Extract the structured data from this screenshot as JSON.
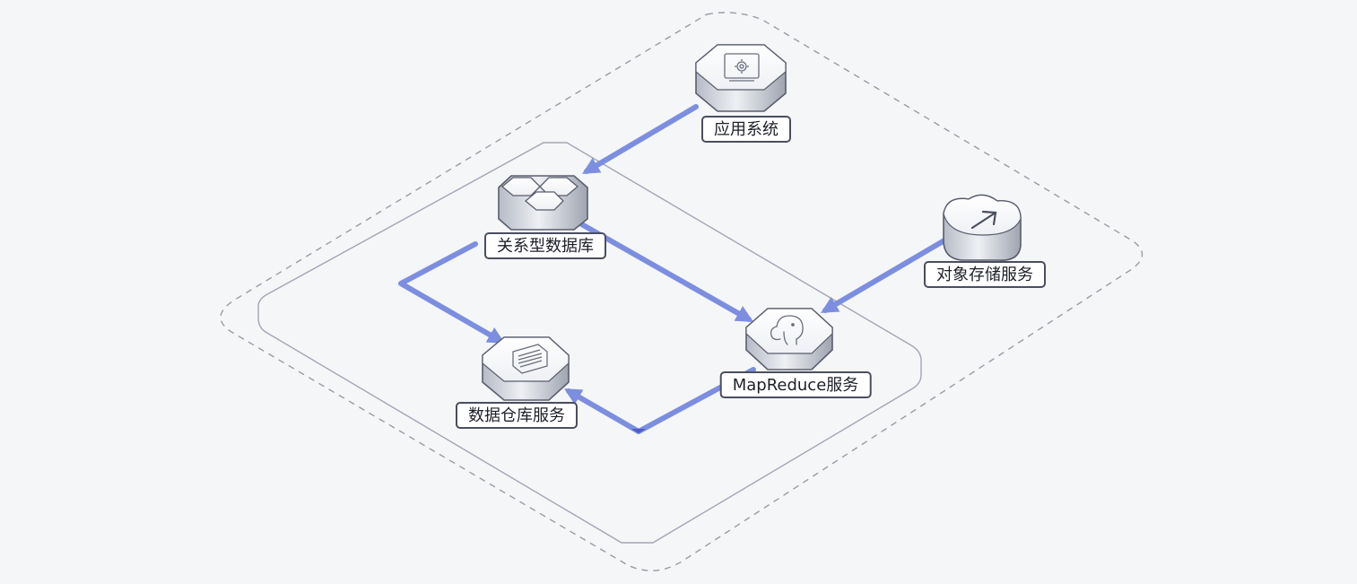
{
  "diagram": {
    "nodes": {
      "app_system": {
        "label": "应用系统",
        "icon": "monitor-gear-icon"
      },
      "relational_db": {
        "label": "关系型数据库",
        "icon": "hexagon-cluster-icon"
      },
      "object_storage": {
        "label": "对象存储服务",
        "icon": "cloud-upload-arrow-icon"
      },
      "mapreduce": {
        "label": "MapReduce服务",
        "icon": "elephant-icon"
      },
      "data_warehouse": {
        "label": "数据仓库服务",
        "icon": "document-list-icon"
      }
    },
    "edges": [
      {
        "from": "应用系统",
        "to": "关系型数据库"
      },
      {
        "from": "关系型数据库",
        "to": "MapReduce服务"
      },
      {
        "from": "关系型数据库",
        "to": "数据仓库服务"
      },
      {
        "from": "对象存储服务",
        "to": "MapReduce服务"
      },
      {
        "from": "MapReduce服务",
        "to": "数据仓库服务"
      }
    ],
    "colors": {
      "background": "#f4f6f8",
      "flow": "#7d8ee0",
      "flow_dark": "#4c5cc8",
      "outer_boundary": "#9a9ca4",
      "inner_boundary": "#a3a6b4",
      "label_border": "#4a4e5e"
    }
  }
}
